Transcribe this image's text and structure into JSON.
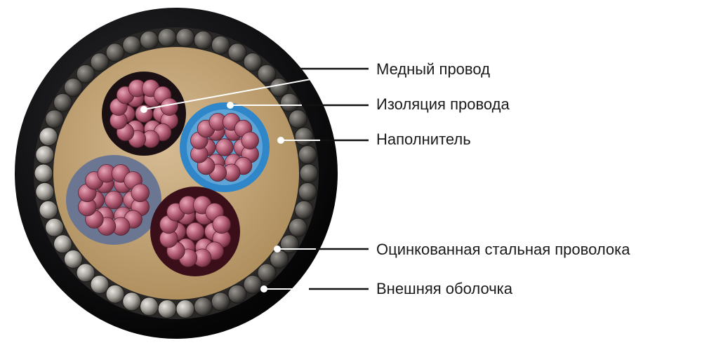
{
  "diagram": {
    "subject": "cable cross-section",
    "labels": [
      {
        "id": "copper-wire",
        "text": "Медный провод"
      },
      {
        "id": "wire-insulation",
        "text": "Изоляция провода"
      },
      {
        "id": "filler",
        "text": "Наполнитель"
      },
      {
        "id": "galvanized-steel-wire",
        "text": "Оцинкованная стальная проволока"
      },
      {
        "id": "outer-sheath",
        "text": "Внешняя оболочка"
      }
    ],
    "colors": {
      "outer_sheath": "#0d0d10",
      "filler": "#c4a47a",
      "copper": "#b25c74",
      "insulation_black": "#1a0f12",
      "insulation_blue": "#2f86c8",
      "insulation_grey": "#6b7792",
      "insulation_maroon": "#3a0f1a",
      "armor_wire": "#8a8680"
    }
  }
}
